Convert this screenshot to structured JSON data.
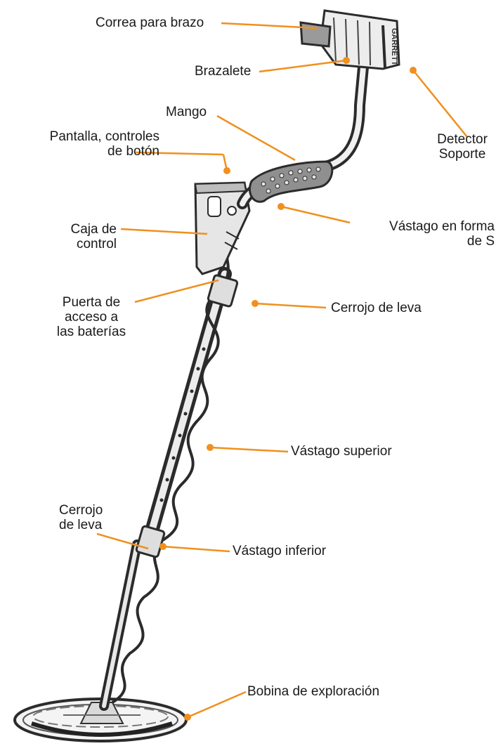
{
  "diagram": {
    "accent_color": "#f0901e",
    "ink_color": "#2b2b2b",
    "brand_marking": "GARRETT",
    "labels": {
      "correa_para_brazo": [
        "Correa para brazo"
      ],
      "brazalete": [
        "Brazalete"
      ],
      "mango": [
        "Mango"
      ],
      "pantalla_controles": [
        "Pantalla, controles",
        "de botón"
      ],
      "detector_soporte": [
        "Detector",
        "Soporte"
      ],
      "caja_de_control": [
        "Caja de",
        "control"
      ],
      "vastago_en_forma_de_s": [
        "Vástago en forma",
        "de S"
      ],
      "puerta_de_acceso": [
        "Puerta de",
        "acceso a",
        "las baterías"
      ],
      "cerrojo_de_leva_superior": [
        "Cerrojo de leva"
      ],
      "vastago_superior": [
        "Vástago superior"
      ],
      "cerrojo_de_leva_inferior": [
        "Cerrojo",
        "de leva"
      ],
      "vastago_inferior": [
        "Vástago inferior"
      ],
      "bobina_de_exploracion": [
        "Bobina de exploración"
      ]
    }
  }
}
